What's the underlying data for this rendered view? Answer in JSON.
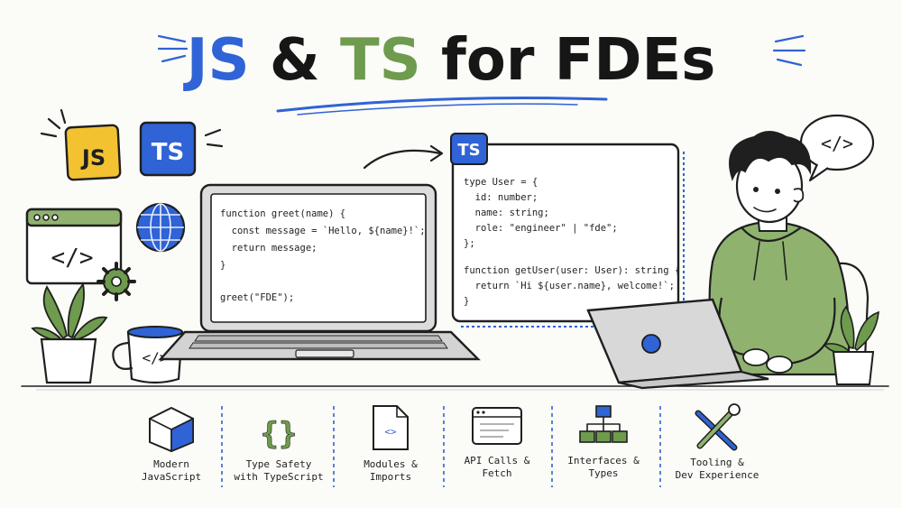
{
  "title": {
    "part1": "JS",
    "part2": " & ",
    "part3": "TS",
    "part4": " for FDEs"
  },
  "badges": {
    "js": "JS",
    "ts": "TS",
    "ts_panel": "TS"
  },
  "laptop_code": [
    "function greet(name) {",
    "  const message = `Hello, ${name}!`;",
    "  return message;",
    "}",
    "",
    "greet(\"FDE\");"
  ],
  "panel_code": [
    "type User = {",
    "  id: number;",
    "  name: string;",
    "  role: \"engineer\" | \"fde\";",
    "};",
    "",
    "function getUser(user: User): string {",
    "  return `Hi ${user.name}, welcome!`;",
    "}"
  ],
  "window_code_glyph": "</>",
  "mug_glyph": "</>",
  "speech_glyph": "</>",
  "features": [
    {
      "icon": "cube-icon",
      "line1": "Modern",
      "line2": "JavaScript"
    },
    {
      "icon": "braces-icon",
      "line1": "Type Safety",
      "line2": "with TypeScript"
    },
    {
      "icon": "file-code-icon",
      "line1": "Modules &",
      "line2": "Imports"
    },
    {
      "icon": "browser-window-icon",
      "line1": "API Calls &",
      "line2": "Fetch"
    },
    {
      "icon": "hierarchy-icon",
      "line1": "Interfaces &",
      "line2": "Types"
    },
    {
      "icon": "tools-icon",
      "line1": "Tooling &",
      "line2": "Dev Experience"
    }
  ],
  "colors": {
    "js_yellow": "#f2c230",
    "ts_blue": "#2f63d6",
    "ts_green": "#6e9b4d",
    "hoodie": "#8fb36f"
  }
}
